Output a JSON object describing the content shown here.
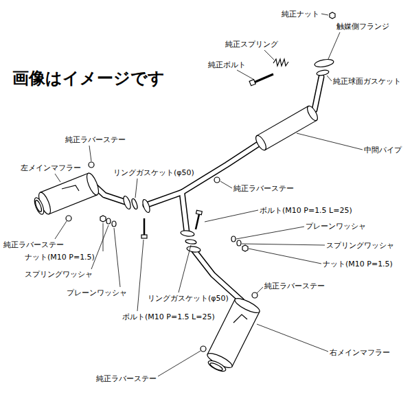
{
  "diagram": {
    "title": "画像はイメージです",
    "labels": [
      "純正ナット",
      "触媒側フランジ",
      "純正スプリング",
      "純正ボルト",
      "純正球面ガスケット",
      "純正ラバーステー",
      "中間パイプ",
      "左メインマフラー",
      "リングガスケット(φ50)",
      "純正ラバーステー",
      "ボルト(M10 P=1.5 L=25)",
      "プレーンワッシャ",
      "純正ラバーステー",
      "スプリングワッシャ",
      "ナット(M10 P=1.5)",
      "ナット(M10 P=1.5)",
      "スプリングワッシャ",
      "プレーンワッシャ",
      "リングガスケット(φ50)",
      "純正ラバーステー",
      "ボルト(M10 P=1.5 L=25)",
      "右メインマフラー",
      "純正ラバーステー"
    ]
  }
}
